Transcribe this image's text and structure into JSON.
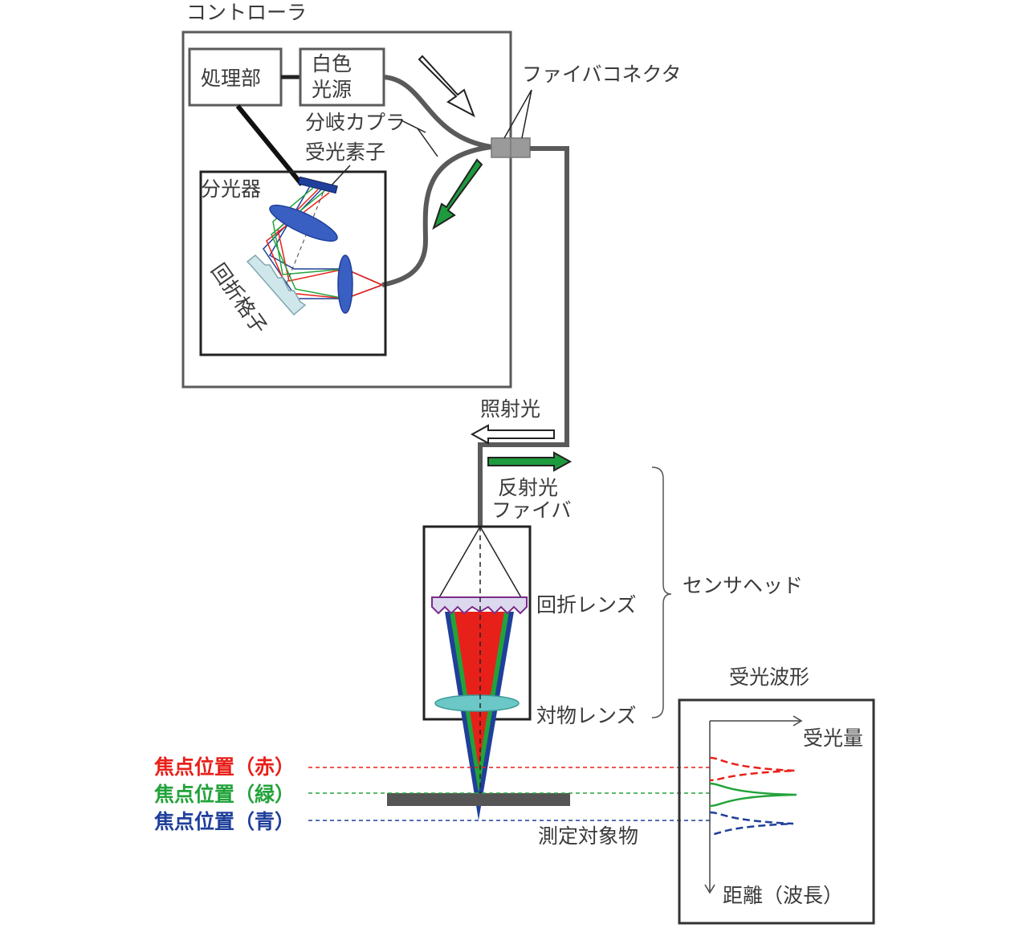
{
  "labels": {
    "controller": "コントローラ",
    "processor": "処理部",
    "white_light_line1": "白色",
    "white_light_line2": "光源",
    "fiber_connector": "ファイバコネクタ",
    "branch_coupler": "分岐カプラ",
    "photodetector": "受光素子",
    "spectrometer": "分光器",
    "diffraction_grating": "回折格子",
    "irradiation_light": "照射光",
    "reflected_light": "反射光",
    "fiber": "ファイバ",
    "diffraction_lens": "回折レンズ",
    "objective_lens": "対物レンズ",
    "sensor_head": "センサヘッド",
    "measurement_target": "測定対象物",
    "focus_red": "焦点位置（赤）",
    "focus_green": "焦点位置（緑）",
    "focus_blue": "焦点位置（青）",
    "waveform_title": "受光波形",
    "received_amount": "受光量",
    "distance_wavelength": "距離（波長）"
  },
  "colors": {
    "red": "#e8201a",
    "green": "#22a33a",
    "blue": "#1f3f9a",
    "fiber_gray": "#5a5a5a",
    "arrow_green": "#1e9a3e",
    "box_border": "#3a3a3a"
  }
}
